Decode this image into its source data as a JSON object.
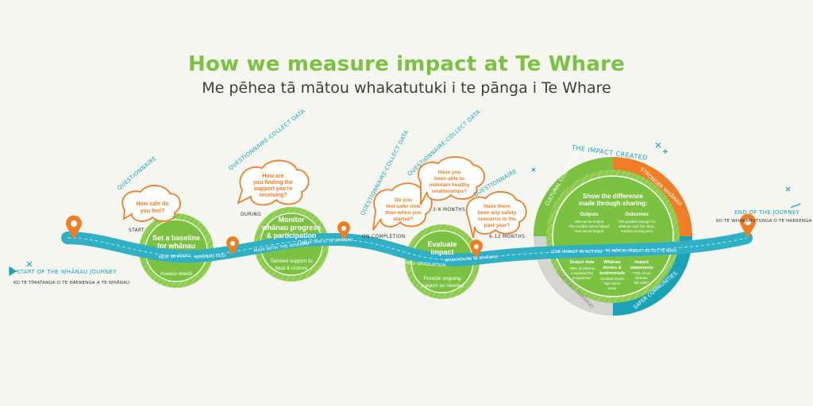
{
  "title": "How we measure impact at Te Whare",
  "subtitle": "Me pēhea tā mātou whakatutuki i te pānga i Te Whare",
  "start": {
    "label": "START OF THE WHĀNAU JOURNEY",
    "sub": "KO TE TĪMATANGA O TE HAERENGA A TE WHĀNAU"
  },
  "end": {
    "label": "END OF THE JOURNEY",
    "sub": "KO TE WHAKAMUTUNGA O TE HAERENGA"
  },
  "stages": [
    {
      "title1": "Set a baseline",
      "title2": "for whānau",
      "desc1": "Assess needs",
      "desc2": ""
    },
    {
      "title1": "Monitor",
      "title2": "whānau progress",
      "title3": "& participation",
      "desc1": "Tailored support to",
      "desc2": "heal & restore"
    },
    {
      "title1": "Evaluate",
      "title2": "impact",
      "desc1": "Provide ongoing",
      "desc2": "support as needed"
    }
  ],
  "bubbles": [
    {
      "tag": "QUESTIONNAIRE",
      "lines": [
        "How safe do",
        "you feel?"
      ],
      "time": "START"
    },
    {
      "tag": "QUESTIONNAIRE-COLLECT DATA",
      "lines": [
        "How are",
        "you finding the",
        "support you're",
        "receiving?"
      ],
      "time": "DURING"
    },
    {
      "tag": "QUESTIONNAIRE-COLLECT DATA",
      "lines": [
        "Do you",
        "feel safer now",
        "than when you",
        "started?"
      ],
      "time": "ON COMPLETION"
    },
    {
      "tag": "QUESTIONNAIRE-COLLECT DATA",
      "lines": [
        "Have you",
        "been able to",
        "maintain healthy",
        "relationships?"
      ],
      "time": "3-6 MONTHS"
    },
    {
      "tag": "QUESTIONNAIRE",
      "lines": [
        "Have there",
        "been any safety",
        "concerns in the",
        "past year?"
      ],
      "time": "6-12 MONTHS"
    }
  ],
  "road_labels": [
    "NEW WHĀNAU",
    "WHĀNAU HOU",
    "MAHI WITH THE WHĀNAU",
    "MAHI TAHI KI TE WHĀNAU",
    "WHĀNAU GRADUATION",
    "WHAKAPAUMI TE WHĀNAU",
    "OUR IMPACT IN ACTION",
    "TO MĀTOU PĀNGA I ROTO I TE MAHI"
  ],
  "impact": {
    "heading": "THE IMPACT CREATED",
    "ring": [
      "CULTURAL CONNECTION",
      "STRONGER WHĀNAU",
      "SAFER COMMUNITIES",
      "THRIVING TAMARIKI"
    ],
    "center1": "Show the difference",
    "center2": "made through sharing:",
    "outputs": {
      "title": "Outputs",
      "l1": "Who we've helped",
      "l2": "The number we've helped",
      "l3": "How we've helped"
    },
    "outcomes": {
      "title": "Outcomes",
      "l1": "The positive change for",
      "l2": "whānau over the short,",
      "l3": "medium & long term"
    },
    "bottom": [
      {
        "title": "Output data",
        "l1": "\"80% of whānau",
        "l2": "completed the",
        "l3": "programme\""
      },
      {
        "title": "Whānau",
        "l1": "stories &",
        "l2": "testimonials",
        "l3": "Gratitude stories",
        "l4": "Ngā kōrero",
        "l5": "maori"
      },
      {
        "title": "Impact",
        "l1": "statements",
        "l2": "\"75% of our",
        "l3": "whānau",
        "l4": "felt safer\""
      }
    ]
  },
  "colors": {
    "green": "#7cc242",
    "teal": "#1aa3b6",
    "orange": "#f07e26",
    "road": "#2fb0c4",
    "grey": "#cfd0cc"
  }
}
